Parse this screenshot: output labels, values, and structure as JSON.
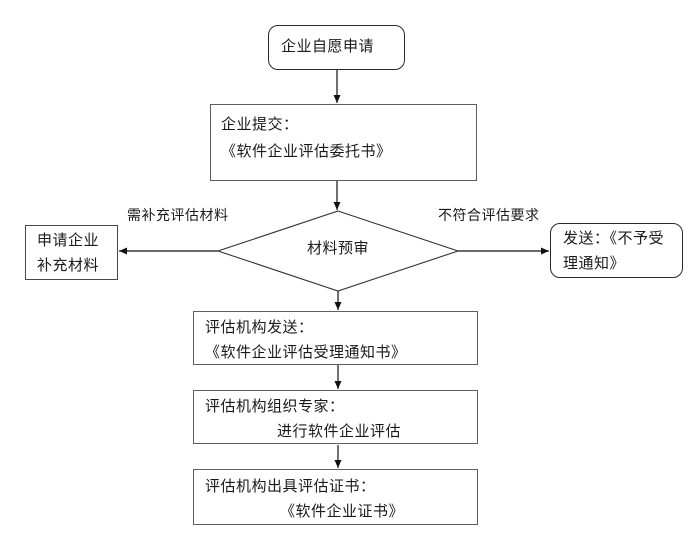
{
  "palette": {
    "background": "#ffffff",
    "text": "#1a1a1a",
    "rect_border": "#5f5f5f",
    "rounded_border": "#2a2a2a",
    "arrow": "#111111"
  },
  "nodes": {
    "start": {
      "label": "企业自愿申请"
    },
    "submit": {
      "line1": "企业提交：",
      "line2": "《软件企业评估委托书》"
    },
    "review": {
      "label": "材料预审"
    },
    "supplement": {
      "line1": "申请企业",
      "line2": "补充材料"
    },
    "reject": {
      "line1": "发送：《不予受",
      "line2": "理通知》"
    },
    "accept": {
      "line1": "评估机构发送：",
      "line2": "《软件企业评估受理通知书》"
    },
    "organize": {
      "line1": "评估机构组织专家：",
      "line2": "进行软件企业评估"
    },
    "certificate": {
      "line1": "评估机构出具评估证书：",
      "line2": "《软件企业证书》"
    }
  },
  "edge_labels": {
    "need_supplement": "需补充评估材料",
    "not_qualified": "不符合评估要求"
  }
}
